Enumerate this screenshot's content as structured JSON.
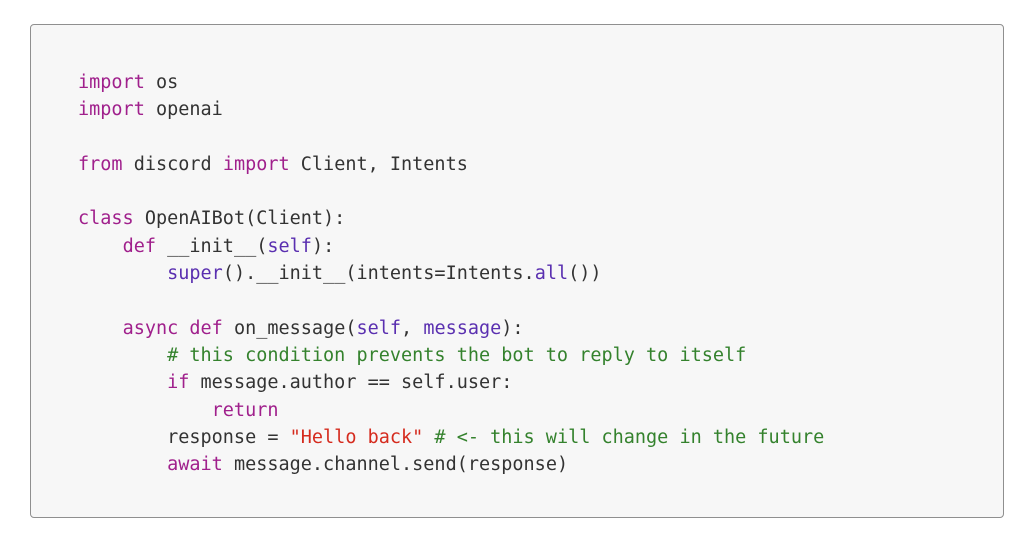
{
  "theme": {
    "colors": {
      "plain": "#333333",
      "keyword": "#a0208c",
      "builtin": "#5a2fb0",
      "string": "#d52b1e",
      "comment": "#34822d"
    }
  },
  "code": {
    "language": "python",
    "lines": [
      [
        {
          "t": "import",
          "k": "keyword"
        },
        {
          "t": " os",
          "k": "plain"
        }
      ],
      [
        {
          "t": "import",
          "k": "keyword"
        },
        {
          "t": " openai",
          "k": "plain"
        }
      ],
      [],
      [
        {
          "t": "from",
          "k": "keyword"
        },
        {
          "t": " discord ",
          "k": "plain"
        },
        {
          "t": "import",
          "k": "keyword"
        },
        {
          "t": " Client, Intents",
          "k": "plain"
        }
      ],
      [],
      [
        {
          "t": "class",
          "k": "keyword"
        },
        {
          "t": " OpenAIBot(Client):",
          "k": "plain"
        }
      ],
      [
        {
          "t": "    ",
          "k": "plain"
        },
        {
          "t": "def",
          "k": "keyword"
        },
        {
          "t": " __init__(",
          "k": "plain"
        },
        {
          "t": "self",
          "k": "builtin"
        },
        {
          "t": "):",
          "k": "plain"
        }
      ],
      [
        {
          "t": "        ",
          "k": "plain"
        },
        {
          "t": "super",
          "k": "builtin"
        },
        {
          "t": "().__init__(intents=Intents.",
          "k": "plain"
        },
        {
          "t": "all",
          "k": "builtin"
        },
        {
          "t": "())",
          "k": "plain"
        }
      ],
      [],
      [
        {
          "t": "    ",
          "k": "plain"
        },
        {
          "t": "async",
          "k": "keyword"
        },
        {
          "t": " ",
          "k": "plain"
        },
        {
          "t": "def",
          "k": "keyword"
        },
        {
          "t": " on_message(",
          "k": "plain"
        },
        {
          "t": "self",
          "k": "builtin"
        },
        {
          "t": ", ",
          "k": "plain"
        },
        {
          "t": "message",
          "k": "builtin"
        },
        {
          "t": "):",
          "k": "plain"
        }
      ],
      [
        {
          "t": "        ",
          "k": "plain"
        },
        {
          "t": "# this condition prevents the bot to reply to itself",
          "k": "comment"
        }
      ],
      [
        {
          "t": "        ",
          "k": "plain"
        },
        {
          "t": "if",
          "k": "keyword"
        },
        {
          "t": " message.author == self.user:",
          "k": "plain"
        }
      ],
      [
        {
          "t": "            ",
          "k": "plain"
        },
        {
          "t": "return",
          "k": "keyword"
        }
      ],
      [
        {
          "t": "        response = ",
          "k": "plain"
        },
        {
          "t": "\"Hello back\"",
          "k": "string"
        },
        {
          "t": " ",
          "k": "plain"
        },
        {
          "t": "# <- this will change in the future",
          "k": "comment"
        }
      ],
      [
        {
          "t": "        ",
          "k": "plain"
        },
        {
          "t": "await",
          "k": "keyword"
        },
        {
          "t": " message.channel.send(response)",
          "k": "plain"
        }
      ]
    ]
  }
}
